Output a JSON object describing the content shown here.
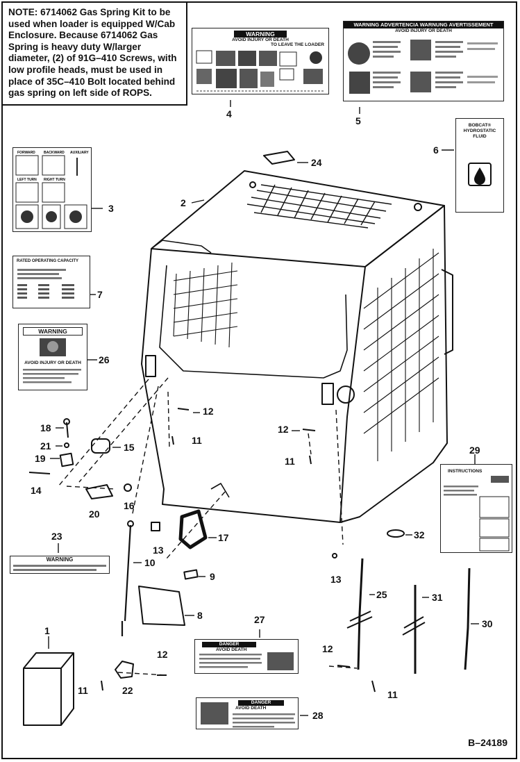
{
  "note": {
    "label": "NOTE:",
    "text": "6714062 Gas Spring Kit to be used when loader is equipped W/Cab Enclosure. Because 6714062 Gas Spring is heavy duty W/larger diameter, (2) of 91G–410 Screws, with low profile heads, must be used in place of 35C–410 Bolt located behind gas spring on left side of ROPS."
  },
  "decal_4": {
    "header": "WARNING",
    "subheader": "AVOID INJURY OR DEATH",
    "right_header": "TO LEAVE THE LOADER"
  },
  "decal_5": {
    "header": "WARNING ADVERTENCIA WARNUNG AVERTISSEMENT",
    "subheader": "AVOID INJURY OR DEATH"
  },
  "decal_6": {
    "line1": "BOBCAT®",
    "line2": "HYDROSTATIC",
    "line3": "FLUID"
  },
  "decal_3": {
    "labels": [
      "FORWARD",
      "BACKWARD",
      "AUXILIARY",
      "LEFT TURN",
      "RIGHT TURN"
    ]
  },
  "decal_7": {
    "title": "RATED OPERATING CAPACITY"
  },
  "decal_26": {
    "header": "WARNING",
    "subheader": "AVOID INJURY OR DEATH"
  },
  "decal_23": {
    "header": "WARNING"
  },
  "decal_27": {
    "header": "DANGER",
    "subheader": "AVOID DEATH"
  },
  "decal_28": {
    "header": "DANGER",
    "subheader": "AVOID DEATH"
  },
  "decal_29": {
    "header": "INSTRUCTIONS"
  },
  "callouts": {
    "c1": "1",
    "c2": "2",
    "c3": "3",
    "c4": "4",
    "c5": "5",
    "c6": "6",
    "c7": "7",
    "c8": "8",
    "c9": "9",
    "c10": "10",
    "c11a": "11",
    "c11b": "11",
    "c11c": "11",
    "c11d": "11",
    "c12a": "12",
    "c12b": "12",
    "c12c": "12",
    "c12d": "12",
    "c13a": "13",
    "c13b": "13",
    "c14": "14",
    "c15": "15",
    "c16": "16",
    "c17": "17",
    "c18": "18",
    "c19": "19",
    "c20": "20",
    "c21": "21",
    "c22": "22",
    "c23": "23",
    "c24": "24",
    "c25": "25",
    "c26": "26",
    "c27": "27",
    "c28": "28",
    "c29": "29",
    "c30": "30",
    "c31": "31",
    "c32": "32"
  },
  "figure_id": "B–24189"
}
